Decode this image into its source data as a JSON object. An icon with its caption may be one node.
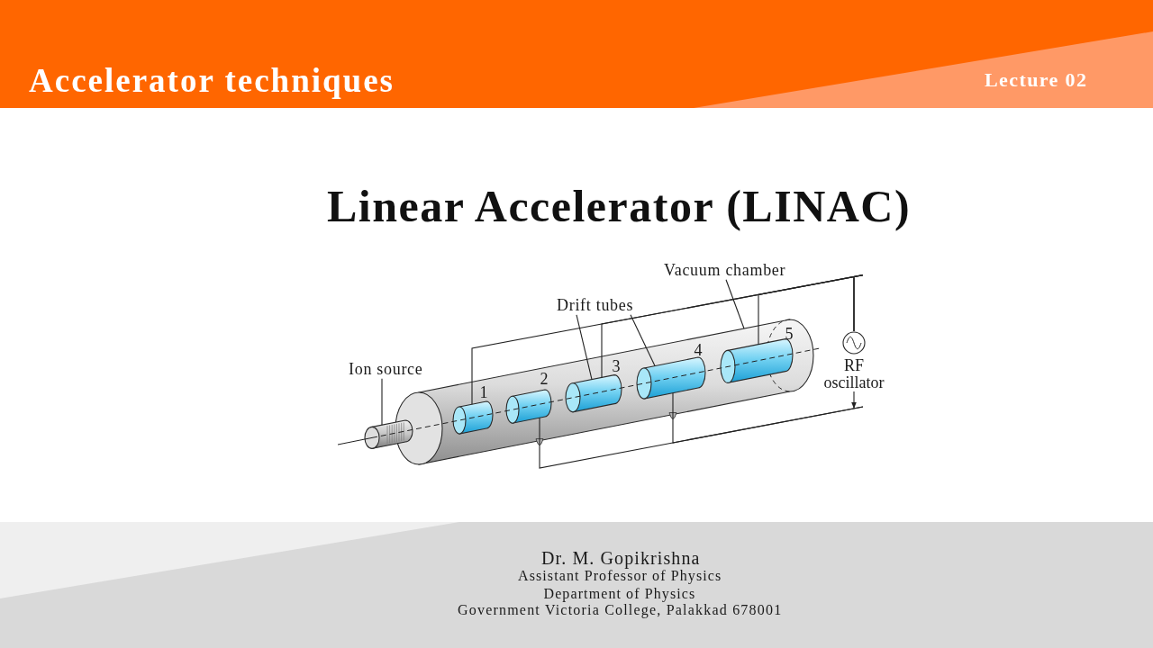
{
  "diagram": {
    "title": "Linear Accelerator (LINAC)",
    "nodes": [
      {
        "text": [
          "Vacuum chamber"
        ]
      },
      {
        "text": [
          "Drift tubes"
        ]
      },
      {
        "text": [
          "Ion source"
        ]
      },
      {
        "text": [],
        "shape": "cylinder"
      },
      {
        "text": [],
        "shape": "cylinder",
        "in": 3
      },
      {
        "text": [],
        "shape": "cylinder",
        "in": 3
      },
      {
        "text": [],
        "shape": "cylinder",
        "in": 3
      },
      {
        "text": [],
        "shape": "cylinder",
        "in": 3
      },
      {
        "text": [],
        "shape": "cylinder",
        "in": 3
      },
      {
        "text": [],
        "shape": "cylinder"
      },
      {
        "text": [
          "RF oscillator"
        ]
      }
    ],
    "edges": [
      {
        "from": 0,
        "to": 3,
        "arrow": "none"
      },
      {
        "from": 1,
        "to": 6,
        "arrow": "none"
      },
      {
        "from": 1,
        "to": 7,
        "arrow": "none"
      },
      {
        "from": 2,
        "to": 9,
        "arrow": "none"
      },
      {
        "from": 10,
        "to": 4,
        "arrow": "none"
      },
      {
        "from": 10,
        "to": 6,
        "arrow": "none"
      },
      {
        "from": 10,
        "to": 8,
        "arrow": "none"
      },
      {
        "from": null,
        "to": 5,
        "arrow": "none"
      },
      {
        "from": null,
        "to": 7,
        "arrow": "none"
      },
      {
        "from": 10,
        "to": null,
        "arrow": "to"
      }
    ],
    "labels": [
      "Accelerator techniques",
      "Lecture 02",
      "1",
      "2",
      "3",
      "4",
      "5",
      "Dr. M. Gopikrishna",
      "Assistant Professor of Physics",
      "Department of Physics",
      "Government Victoria College, Palakkad 678001"
    ]
  }
}
